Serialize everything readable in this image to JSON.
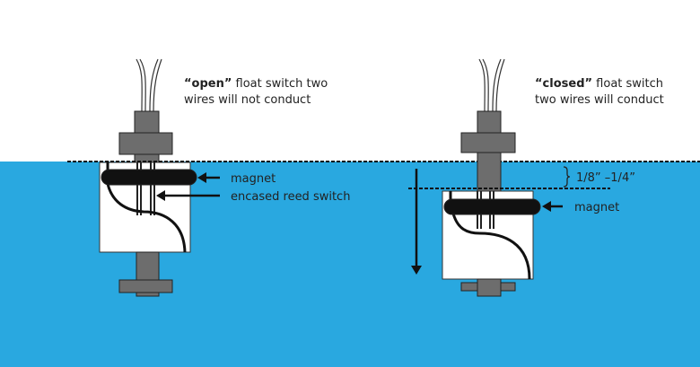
{
  "colors": {
    "water": "#29a8e0",
    "body": "#6d6d6d",
    "float": "#ffffff"
  },
  "open": {
    "title_bold": "“open”",
    "title_rest": " float switch two",
    "line2": "wires will not conduct",
    "magnet_label": "magnet",
    "reed_label": "encased reed switch"
  },
  "closed": {
    "title_bold": "“closed”",
    "title_rest": " float switch",
    "line2": "two wires will conduct",
    "magnet_label": "magnet",
    "gap_label": "1/8” –1/4”"
  }
}
